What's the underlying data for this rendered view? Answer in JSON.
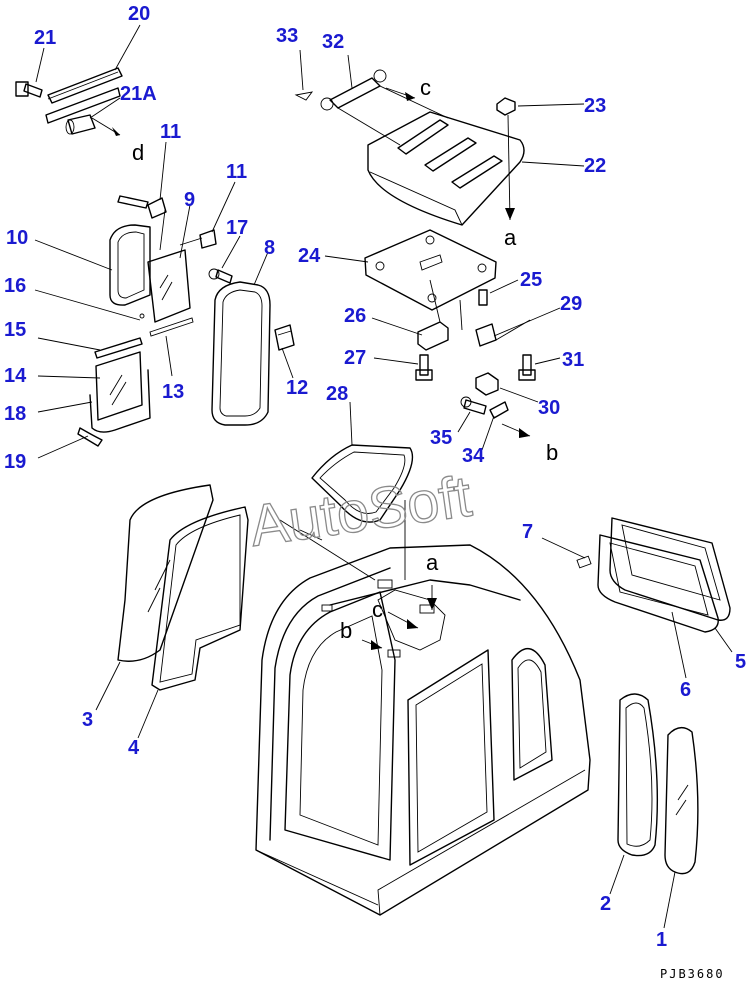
{
  "callouts": {
    "p1": "1",
    "p2": "2",
    "p3": "3",
    "p4": "4",
    "p5": "5",
    "p6": "6",
    "p7": "7",
    "p8": "8",
    "p9": "9",
    "p10": "10",
    "p11a": "11",
    "p11b": "11",
    "p12": "12",
    "p13": "13",
    "p14": "14",
    "p15": "15",
    "p16": "16",
    "p17": "17",
    "p18": "18",
    "p19": "19",
    "p20": "20",
    "p21": "21",
    "p21a": "21A",
    "p22": "22",
    "p23": "23",
    "p24": "24",
    "p25": "25",
    "p26": "26",
    "p27": "27",
    "p28": "28",
    "p29": "29",
    "p30": "30",
    "p31": "31",
    "p32": "32",
    "p33": "33",
    "p34": "34",
    "p35": "35"
  },
  "refs": {
    "a1": "a",
    "a2": "a",
    "b1": "b",
    "b2": "b",
    "c1": "c",
    "c2": "c",
    "d1": "d"
  },
  "watermark": "AutoSoft",
  "drawing_number": "PJB3680"
}
